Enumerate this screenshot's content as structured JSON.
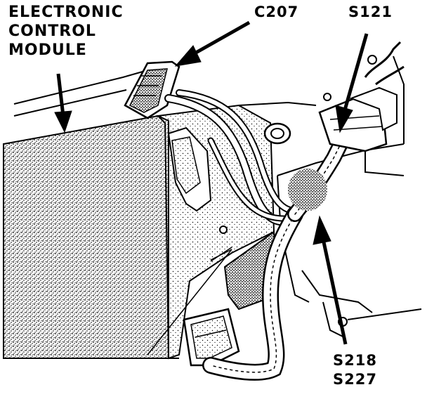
{
  "labels": {
    "ecm": [
      "ELECTRONIC",
      "CONTROL",
      "MODULE"
    ],
    "c207": "C207",
    "s121": "S121",
    "s218": "S218",
    "s227": "S227"
  },
  "colors": {
    "ink": "#000000",
    "paper": "#ffffff",
    "stipple": "#8a8a8a"
  }
}
